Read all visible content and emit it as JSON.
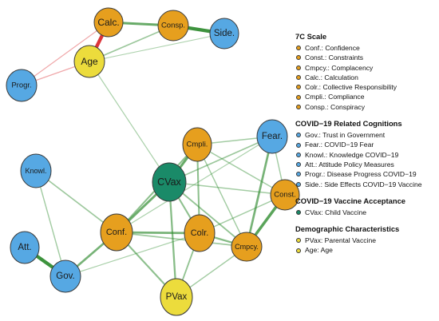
{
  "colors": {
    "orange": "#e69f1e",
    "blue": "#56a8e3",
    "green": "#1a8a68",
    "yellow": "#ecdc3c",
    "edge_positive": "#2e8b2e",
    "edge_negative": "#d9262b"
  },
  "nodes": [
    {
      "id": "calc",
      "label": "Calc.",
      "group": "orange",
      "icon": "node-calc"
    },
    {
      "id": "consp",
      "label": "Consp.",
      "group": "orange",
      "icon": "node-consp"
    },
    {
      "id": "side",
      "label": "Side.",
      "group": "blue",
      "icon": "node-side"
    },
    {
      "id": "age",
      "label": "Age",
      "group": "yellow",
      "icon": "node-age"
    },
    {
      "id": "progr",
      "label": "Progr.",
      "group": "blue",
      "icon": "node-progr"
    },
    {
      "id": "fear",
      "label": "Fear.",
      "group": "blue",
      "icon": "node-fear"
    },
    {
      "id": "cmpli",
      "label": "Cmpli.",
      "group": "orange",
      "icon": "node-cmpli"
    },
    {
      "id": "cvax",
      "label": "CVax",
      "group": "green",
      "icon": "node-cvax"
    },
    {
      "id": "knowl",
      "label": "Knowl.",
      "group": "blue",
      "icon": "node-knowl"
    },
    {
      "id": "const",
      "label": "Const.",
      "group": "orange",
      "icon": "node-const"
    },
    {
      "id": "conf",
      "label": "Conf.",
      "group": "orange",
      "icon": "node-conf"
    },
    {
      "id": "colr",
      "label": "Colr.",
      "group": "orange",
      "icon": "node-colr"
    },
    {
      "id": "cmpcy",
      "label": "Cmpcy.",
      "group": "orange",
      "icon": "node-cmpcy"
    },
    {
      "id": "att",
      "label": "Att.",
      "group": "blue",
      "icon": "node-att"
    },
    {
      "id": "gov",
      "label": "Gov.",
      "group": "blue",
      "icon": "node-gov"
    },
    {
      "id": "pvax",
      "label": "PVax",
      "group": "yellow",
      "icon": "node-pvax"
    }
  ],
  "edges": [
    {
      "from": "calc",
      "to": "age",
      "sign": "negative",
      "weight": 0.9
    },
    {
      "from": "calc",
      "to": "consp",
      "sign": "positive",
      "weight": 0.6
    },
    {
      "from": "consp",
      "to": "side",
      "sign": "positive",
      "weight": 0.9
    },
    {
      "from": "calc",
      "to": "progr",
      "sign": "negative",
      "weight": 0.15
    },
    {
      "from": "age",
      "to": "progr",
      "sign": "negative",
      "weight": 0.15
    },
    {
      "from": "age",
      "to": "consp",
      "sign": "positive",
      "weight": 0.25
    },
    {
      "from": "age",
      "to": "side",
      "sign": "positive",
      "weight": 0.12
    },
    {
      "from": "age",
      "to": "cvax",
      "sign": "positive",
      "weight": 0.15
    },
    {
      "from": "cvax",
      "to": "cmpli",
      "sign": "positive",
      "weight": 0.6
    },
    {
      "from": "cvax",
      "to": "fear",
      "sign": "positive",
      "weight": 0.25
    },
    {
      "from": "cvax",
      "to": "conf",
      "sign": "positive",
      "weight": 0.55
    },
    {
      "from": "cvax",
      "to": "colr",
      "sign": "positive",
      "weight": 0.35
    },
    {
      "from": "cvax",
      "to": "cmpcy",
      "sign": "positive",
      "weight": 0.3
    },
    {
      "from": "cvax",
      "to": "const",
      "sign": "positive",
      "weight": 0.2
    },
    {
      "from": "cvax",
      "to": "pvax",
      "sign": "positive",
      "weight": 0.4
    },
    {
      "from": "cmpli",
      "to": "fear",
      "sign": "positive",
      "weight": 0.2
    },
    {
      "from": "cmpli",
      "to": "colr",
      "sign": "positive",
      "weight": 0.35
    },
    {
      "from": "cmpli",
      "to": "conf",
      "sign": "positive",
      "weight": 0.35
    },
    {
      "from": "cmpli",
      "to": "const",
      "sign": "positive",
      "weight": 0.2
    },
    {
      "from": "cmpli",
      "to": "cmpcy",
      "sign": "positive",
      "weight": 0.2
    },
    {
      "from": "fear",
      "to": "cmpcy",
      "sign": "positive",
      "weight": 0.5
    },
    {
      "from": "fear",
      "to": "conf",
      "sign": "positive",
      "weight": 0.15
    },
    {
      "from": "fear",
      "to": "const",
      "sign": "positive",
      "weight": 0.2
    },
    {
      "from": "knowl",
      "to": "conf",
      "sign": "positive",
      "weight": 0.25
    },
    {
      "from": "knowl",
      "to": "gov",
      "sign": "positive",
      "weight": 0.2
    },
    {
      "from": "conf",
      "to": "colr",
      "sign": "positive",
      "weight": 0.5
    },
    {
      "from": "conf",
      "to": "gov",
      "sign": "positive",
      "weight": 0.5
    },
    {
      "from": "conf",
      "to": "cmpcy",
      "sign": "positive",
      "weight": 0.25
    },
    {
      "from": "conf",
      "to": "pvax",
      "sign": "positive",
      "weight": 0.35
    },
    {
      "from": "colr",
      "to": "cmpcy",
      "sign": "positive",
      "weight": 0.4
    },
    {
      "from": "colr",
      "to": "const",
      "sign": "positive",
      "weight": 0.2
    },
    {
      "from": "colr",
      "to": "pvax",
      "sign": "positive",
      "weight": 0.3
    },
    {
      "from": "const",
      "to": "cmpcy",
      "sign": "positive",
      "weight": 0.7
    },
    {
      "from": "att",
      "to": "gov",
      "sign": "positive",
      "weight": 0.9
    },
    {
      "from": "cmpcy",
      "to": "pvax",
      "sign": "positive",
      "weight": 0.2
    },
    {
      "from": "gov",
      "to": "colr",
      "sign": "positive",
      "weight": 0.15
    }
  ],
  "legend": {
    "groups": [
      {
        "title": "7C Scale",
        "color": "orange",
        "items": [
          "Conf.: Confidence",
          "Const.: Constraints",
          "Cmpcy.: Complacency",
          "Calc.: Calculation",
          "Colr.: Collective Responsibility",
          "Cmpli.: Compliance",
          "Consp.: Conspiracy"
        ]
      },
      {
        "title": "COVID−19 Related Cognitions",
        "color": "blue",
        "items": [
          "Gov.: Trust in Government",
          "Fear.: COVID−19 Fear",
          "Knowl.: Knowledge COVID−19",
          "Att.: Attitude Policy Measures",
          "Progr.: Disease Progress COVID−19",
          "Side.: Side Effects COVID−19 Vaccine"
        ]
      },
      {
        "title": "COVID−19 Vaccine Acceptance",
        "color": "green",
        "items": [
          "CVax: Child Vaccine"
        ]
      },
      {
        "title": "Demographic Characteristics",
        "color": "yellow",
        "items": [
          "PVax: Parental Vaccine",
          "Age: Age"
        ]
      }
    ]
  }
}
